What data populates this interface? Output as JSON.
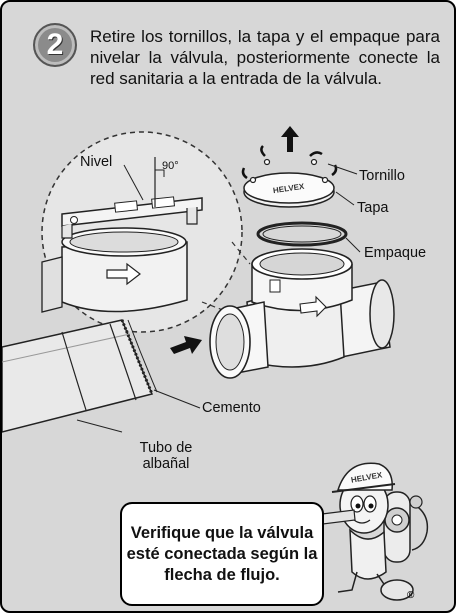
{
  "step": {
    "number": "2",
    "instruction": "Retire los tornillos, la tapa y el empaque para nivelar la válvula, posteriormente conecte la red sanitaria a la entrada de la válvula."
  },
  "labels": {
    "nivel": "Nivel",
    "angle": "90°",
    "tornillo": "Tornillo",
    "tapa": "Tapa",
    "empaque": "Empaque",
    "cemento": "Cemento",
    "tubo_line1": "Tubo de",
    "tubo_line2": "albañal"
  },
  "mascot": {
    "cap_text": "HELVEX"
  },
  "callout": {
    "text": "Verifique que la válvula esté conectada según la flecha de flujo."
  },
  "registered_mark": "®"
}
